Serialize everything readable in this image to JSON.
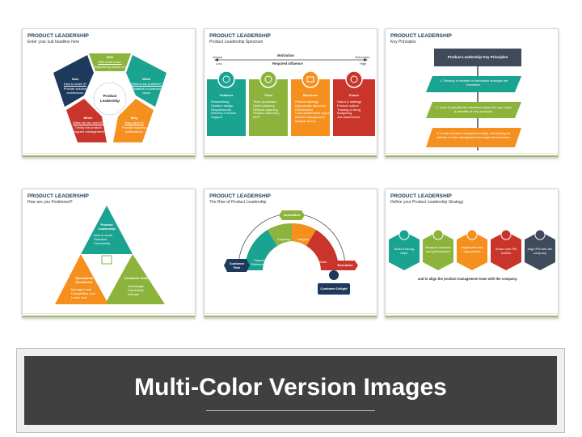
{
  "colors": {
    "navy": "#1d3a5c",
    "green": "#8cb43c",
    "teal": "#1aa391",
    "orange": "#f5901e",
    "red": "#c9352b",
    "blue": "#2d5a8a",
    "slate": "#3f4b5a",
    "purple": "#6a4c93"
  },
  "slide1": {
    "title": "PRODUCT LEADERSHIP",
    "subtitle": "Enter your sub headline here",
    "center": "Product Leadership",
    "with": {
      "h": "With",
      "q": "With what tools?",
      "d": "Engineering leader of it"
    },
    "what": {
      "h": "What",
      "q": "What is the problem?",
      "d": "Establish a common vision"
    },
    "why": {
      "h": "Why",
      "q": "Why solve it?",
      "d": "Provide business justifications"
    },
    "when": {
      "h": "When",
      "q": "When do we need it?",
      "d": "Timing the product program management"
    },
    "how": {
      "h": "How",
      "q": "How to solve it?",
      "d": "Provide solution architecture"
    }
  },
  "slide2": {
    "title": "PRODUCT LEADERSHIP",
    "subtitle": "Product Leadership Spectrum",
    "motivation": "Motivation",
    "required": "Required influence",
    "output": "Output",
    "outcomes": "Outcomes",
    "low": "Low",
    "high": "High",
    "cols": [
      {
        "h": "Features",
        "items": [
          "Researching",
          "Solution design",
          "Requirements",
          "Delivery of before",
          "Support"
        ]
      },
      {
        "h": "Team",
        "items": [
          "Team processes",
          "Sprint planning",
          "Release planning",
          "Solution discovery",
          "MVP"
        ]
      },
      {
        "h": "Business",
        "items": [
          "Product strategy",
          "Opportunity discovery",
          "Prioritization",
          "Cust./stakeholder mgmt.",
          "Market management",
          "Multiple teams"
        ]
      },
      {
        "h": "Future",
        "items": [
          "Vision & strategy",
          "Product culture",
          "Training & hiring",
          "Budgeting",
          "Jira dashboards"
        ]
      }
    ]
  },
  "slide3": {
    "title": "PRODUCT LEADERSHIP",
    "subtitle": "Key Principles",
    "header": "Product Leadership Key Principles",
    "p1": "1. Develop a mindset of innovation amongst the members.",
    "p2": "2. Lead & educate the members about the use, need & benefits of new products.",
    "p3": "3. A risk-oriented management style, developing an attitude of self-management amongst the members."
  },
  "slide4": {
    "title": "PRODUCT LEADERSHIP",
    "subtitle": "How are you Positioned?",
    "top": {
      "h": "Product Leadership",
      "items": [
        "New in world",
        "Standard",
        "Commodity"
      ]
    },
    "left": {
      "h": "Operational Excellence",
      "items": [
        "Managed cost",
        "Competitive cost",
        "Lower cost"
      ]
    },
    "right": {
      "h": "Customer Intimacy",
      "items": [
        "Knowledge",
        "Partnership",
        "Intimate"
      ]
    }
  },
  "slide5": {
    "title": "PRODUCT LEADERSHIP",
    "subtitle": "The Rise of Product Leadership",
    "innovation": "Innovation",
    "empathy": "Empathy",
    "insights": "Insights",
    "customer_pain": "Customer Pain",
    "payment": "Payment Refinements",
    "vision": "Vision",
    "execution": "Execution",
    "delight": "Customer Delight"
  },
  "slide6": {
    "title": "PRODUCT LEADERSHIP",
    "subtitle": "Define your Product Leadership Strategy",
    "items": [
      "Build a strong team",
      "Measure business and performance",
      "Implement new approaches",
      "Share new PM toolkits",
      "Align PM with the company"
    ],
    "footer": "and to align the product management team with the company."
  },
  "banner": {
    "title": "Multi-Color Version Images"
  }
}
